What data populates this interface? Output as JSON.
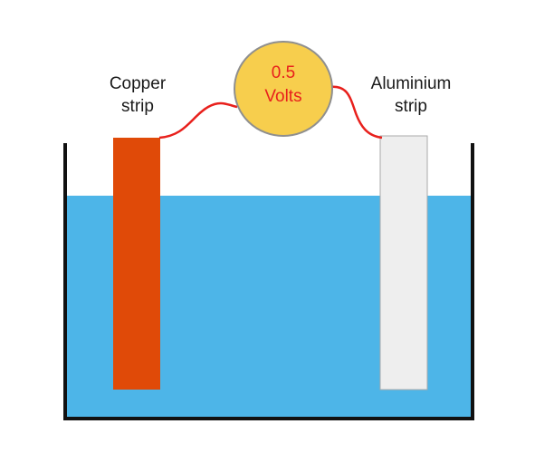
{
  "electrodes": {
    "copper": {
      "label_line1": "Copper",
      "label_line2": "strip",
      "color": "#e04a08"
    },
    "aluminium": {
      "label_line1": "Aluminium",
      "label_line2": "strip",
      "color": "#eeeeee"
    }
  },
  "voltmeter": {
    "value": "0.5",
    "unit": "Volts",
    "face_color": "#f7ce4d",
    "text_color": "#e8201c"
  },
  "colors": {
    "electrolyte": "#4db5e8",
    "container": "#111111",
    "wire": "#e8201c"
  }
}
